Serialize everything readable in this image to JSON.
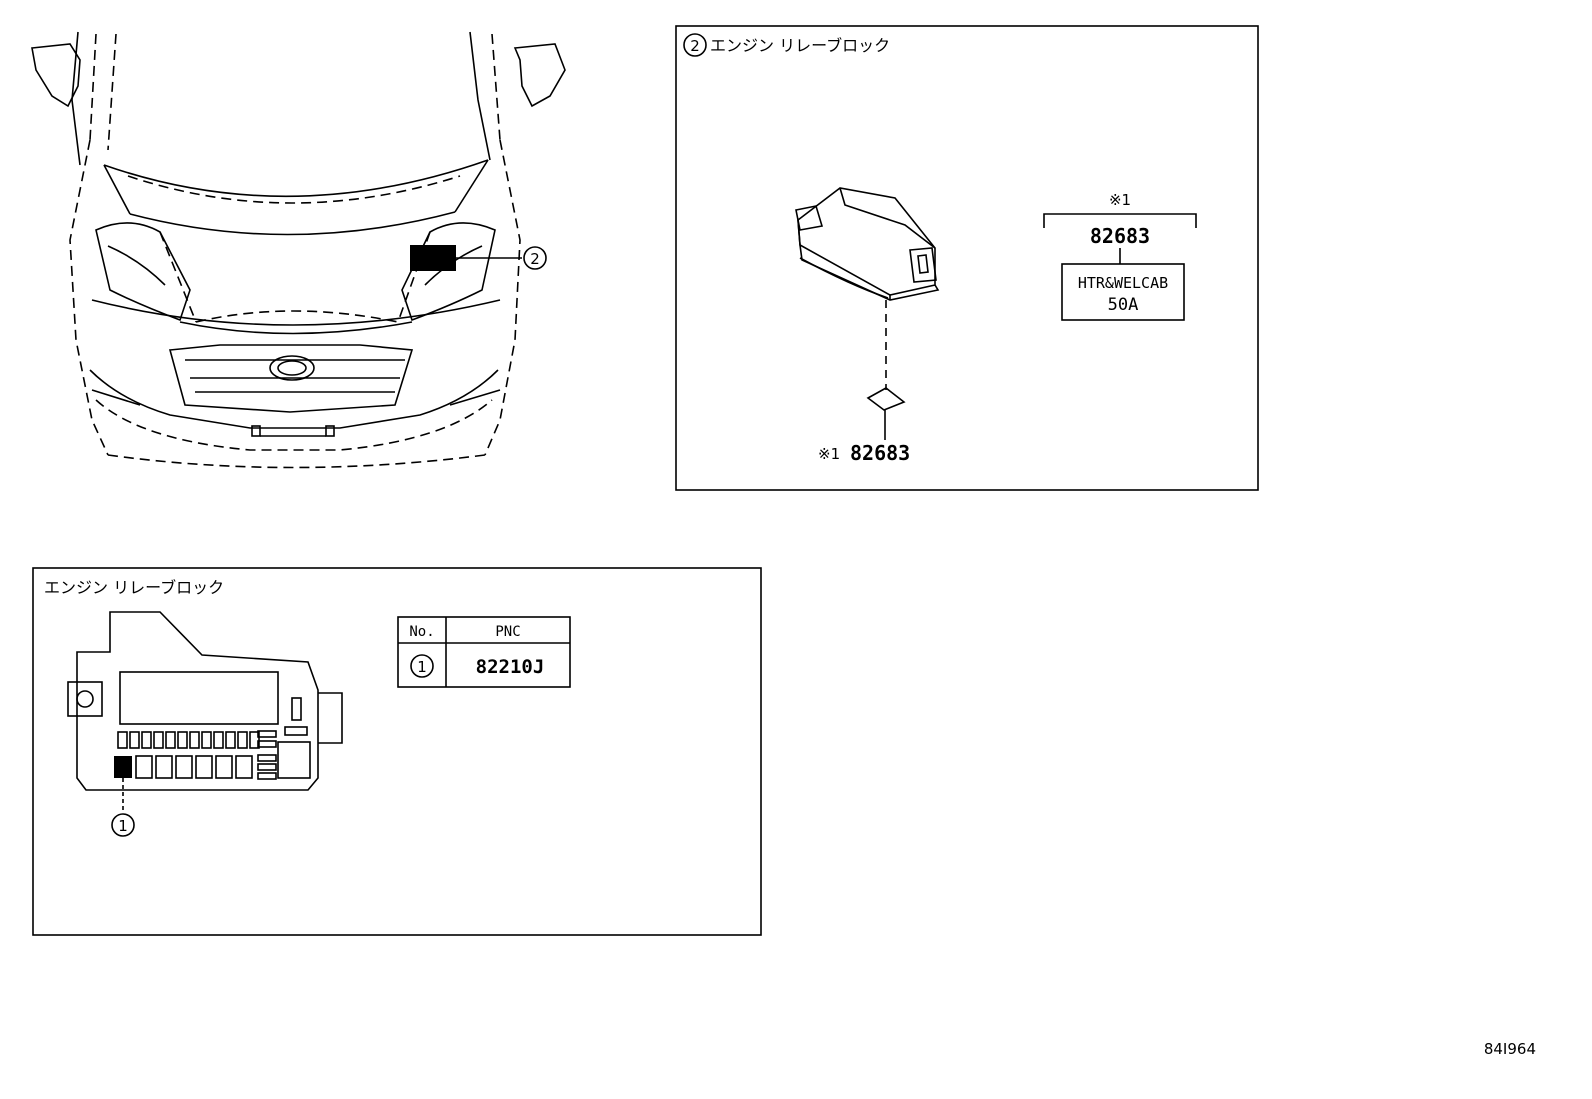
{
  "car_overview": {
    "callout_number": "2"
  },
  "relay_block_panel": {
    "title_number": "2",
    "title": "エンジン リレーブロック",
    "top_mark": "※1",
    "top_part_number": "82683",
    "fuse_label_line1": "HTR&WELCAB",
    "fuse_label_line2": "50A",
    "bottom_mark": "※1",
    "bottom_part_number": "82683"
  },
  "layout_panel": {
    "title": "エンジン リレーブロック",
    "callout_number": "1",
    "table": {
      "headers": [
        "No.",
        "PNC"
      ],
      "rows": [
        {
          "no": "1",
          "pnc": "82210J"
        }
      ]
    }
  },
  "figure_id": "84I964"
}
